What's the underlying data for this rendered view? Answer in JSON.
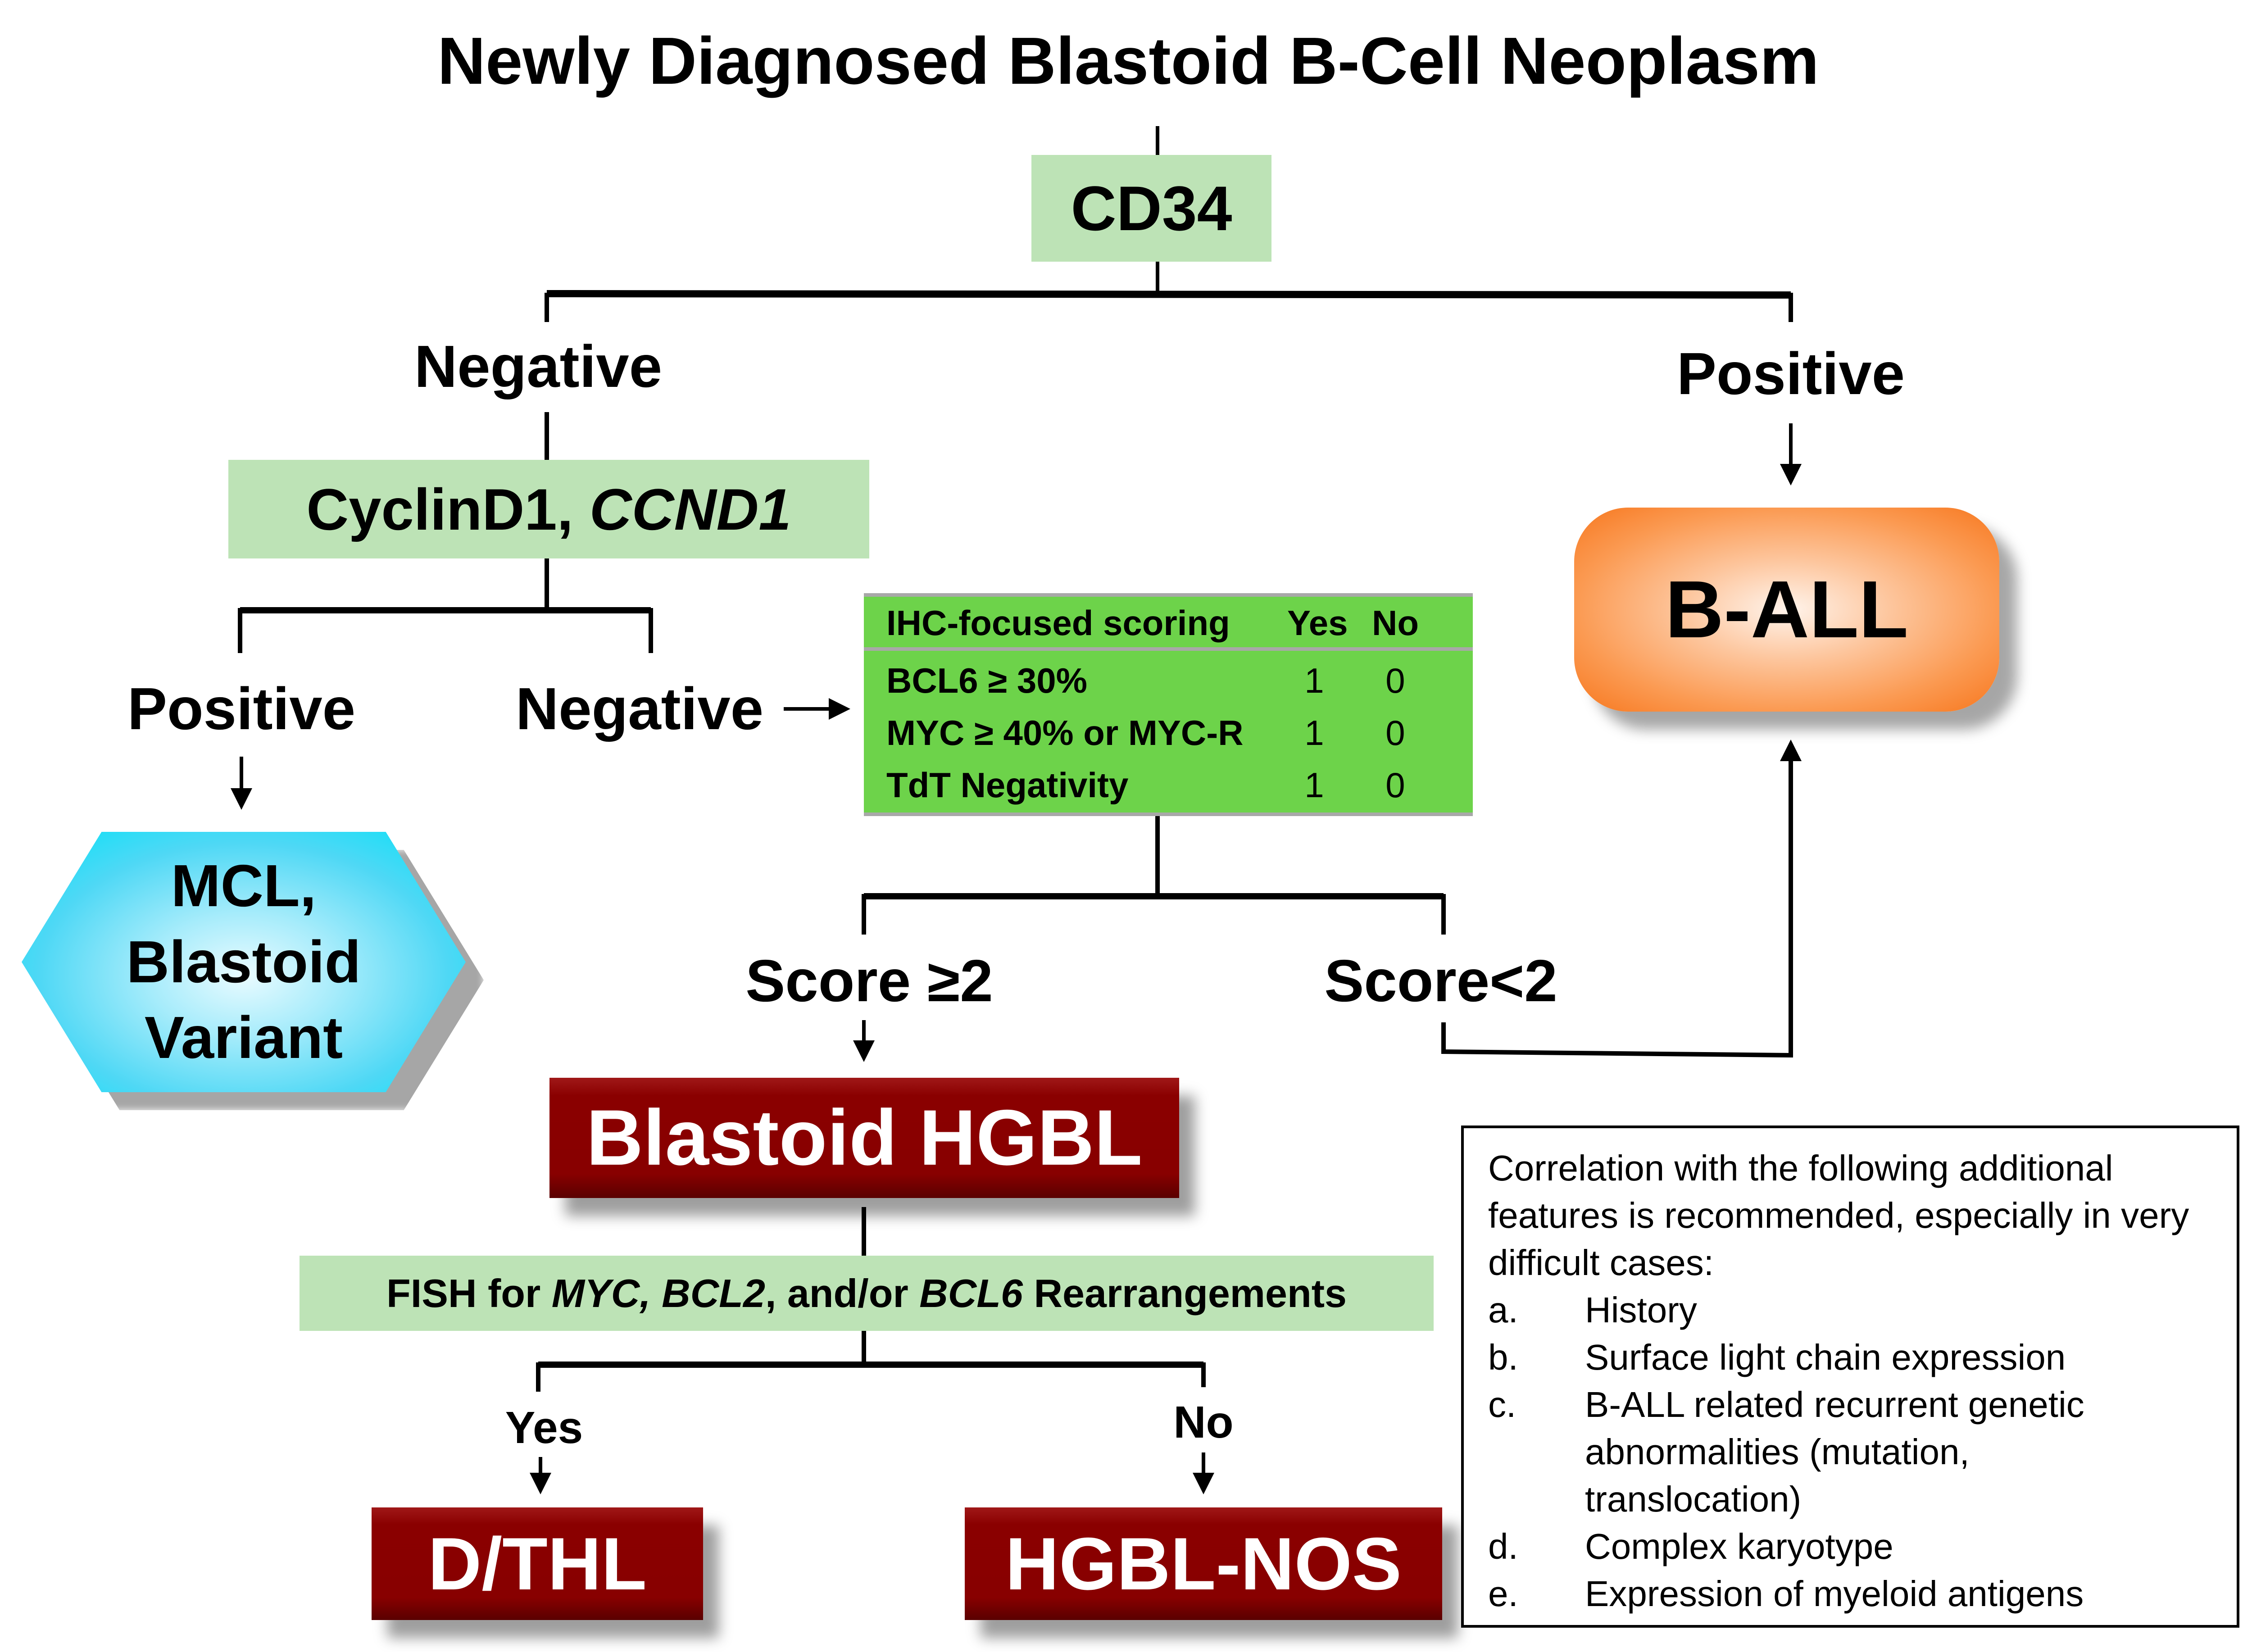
{
  "title": "Newly Diagnosed Blastoid B-Cell Neoplasm",
  "nodes": {
    "cd34": "CD34",
    "cd34_negative": "Negative",
    "cd34_positive": "Positive",
    "cyclin_prefix": "CyclinD1, ",
    "cyclin_gene": "CCND1",
    "cyclin_positive": "Positive",
    "cyclin_negative": "Negative",
    "mcl_lines": [
      "MCL,",
      "Blastoid",
      "Variant"
    ],
    "b_all": "B-ALL",
    "score_ge2": "Score ≥2",
    "score_lt2": "Score<2",
    "blastoid_hgbl": "Blastoid HGBL",
    "fish": {
      "prefix": "FISH for ",
      "gene1": "MYC, BCL2",
      "mid": ", and/or ",
      "gene2": "BCL6",
      "suffix": " Rearrangements"
    },
    "fish_yes": "Yes",
    "fish_no": "No",
    "dthl": "D/THL",
    "hgbl_nos": "HGBL-NOS"
  },
  "scoring_table": {
    "headers": [
      "IHC-focused scoring",
      "Yes",
      "No"
    ],
    "rows": [
      {
        "criterion": "BCL6 ≥ 30%",
        "yes": "1",
        "no": "0"
      },
      {
        "criterion": "MYC ≥ 40% or MYC-R",
        "yes": "1",
        "no": "0"
      },
      {
        "criterion": "TdT Negativity",
        "yes": "1",
        "no": "0"
      }
    ]
  },
  "note": {
    "intro": "Correlation with the following additional features is recommended, especially in very difficult cases:",
    "items": [
      {
        "marker": "a.",
        "text": "History"
      },
      {
        "marker": "b.",
        "text": "Surface light chain expression"
      },
      {
        "marker": "c.",
        "text": "B-ALL related recurrent genetic abnormalities (mutation, translocation)"
      },
      {
        "marker": "d.",
        "text": "Complex karyotype"
      },
      {
        "marker": "e.",
        "text": "Expression of myeloid antigens"
      }
    ]
  },
  "colors": {
    "light_green": "#bde3b6",
    "table_green": "#6dd34a",
    "dark_red": "#880000",
    "orange": "#f7771e",
    "cyan": "#00e2f8"
  }
}
